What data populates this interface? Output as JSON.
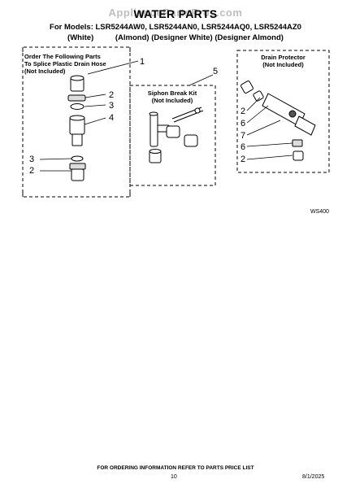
{
  "watermark": "AppliancePartsPros.com",
  "header": {
    "title": "WATER PARTS",
    "models": "For Models: LSR5244AW0, LSR5244AN0, LSR5244AQ0, LSR5244AZ0",
    "variants": [
      "(White)",
      "(Almond)",
      "(Designer White)",
      "(Designer Almond)"
    ]
  },
  "panels": {
    "left": {
      "title_lines": [
        "Order The Following Parts",
        "To Splice Plastic Drain Hose",
        "(Not Included)"
      ]
    },
    "middle": {
      "title_lines": [
        "Siphon Break Kit",
        "(Not Included)"
      ]
    },
    "right": {
      "title_lines": [
        "Drain Protector",
        "(Not Included)"
      ]
    }
  },
  "callouts": {
    "left": [
      "1",
      "2",
      "3",
      "4",
      "3",
      "2"
    ],
    "middle": [
      "5"
    ],
    "right": [
      "2",
      "6",
      "7",
      "6",
      "2"
    ]
  },
  "figure_code": "WS400",
  "footer": {
    "order_info": "FOR ORDERING INFORMATION REFER TO PARTS PRICE LIST",
    "page": "10",
    "doc_code": "8/1/2025"
  }
}
